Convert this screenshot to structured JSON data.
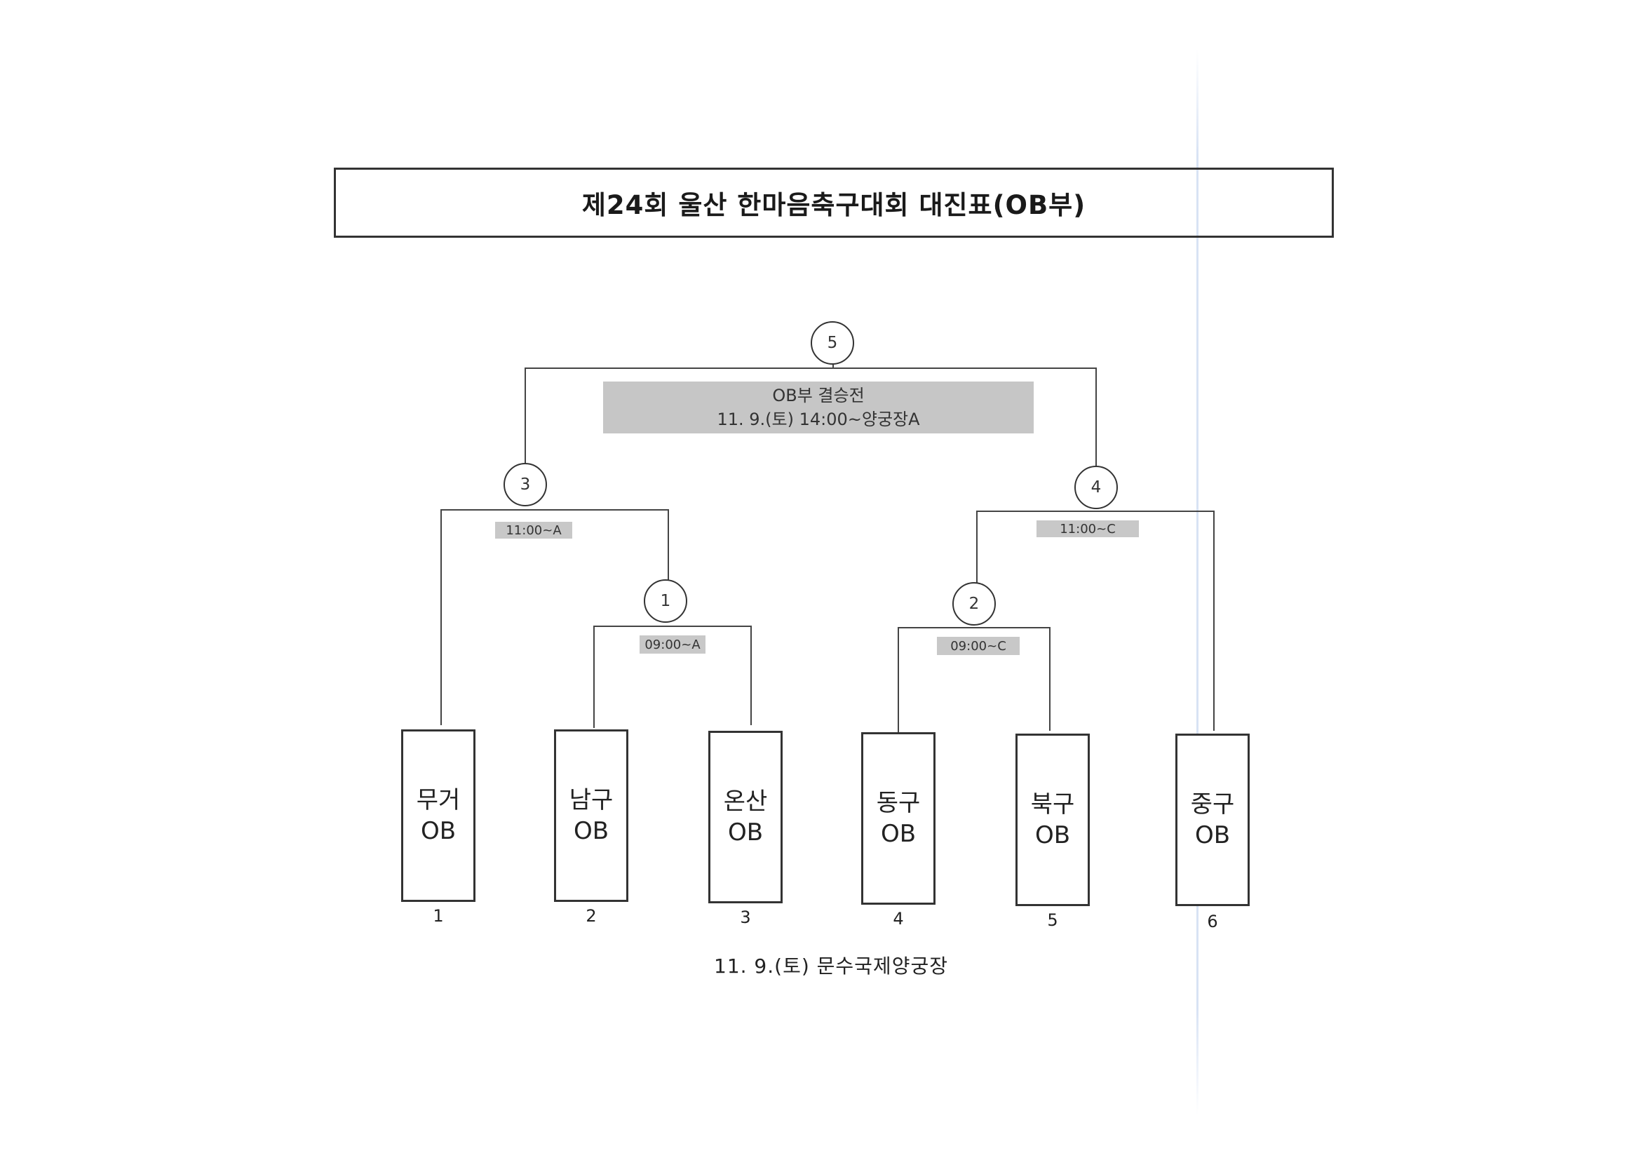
{
  "title": "제24회 울산 한마음축구대회 대진표(OB부)",
  "matches": {
    "m1": {
      "number": "1",
      "time": "09:00~A"
    },
    "m2": {
      "number": "2",
      "time": "09:00~C"
    },
    "m3": {
      "number": "3",
      "time": "11:00~A"
    },
    "m4": {
      "number": "4",
      "time": "11:00~C"
    },
    "m5": {
      "number": "5",
      "name": "OB부 결승전",
      "time": "11. 9.(토) 14:00~양궁장A"
    }
  },
  "teams": [
    {
      "name": "무거",
      "division": "OB",
      "seed": "1"
    },
    {
      "name": "남구",
      "division": "OB",
      "seed": "2"
    },
    {
      "name": "온산",
      "division": "OB",
      "seed": "3"
    },
    {
      "name": "동구",
      "division": "OB",
      "seed": "4"
    },
    {
      "name": "북구",
      "division": "OB",
      "seed": "5"
    },
    {
      "name": "중구",
      "division": "OB",
      "seed": "6"
    }
  ],
  "venue": "11. 9.(토) 문수국제양궁장"
}
